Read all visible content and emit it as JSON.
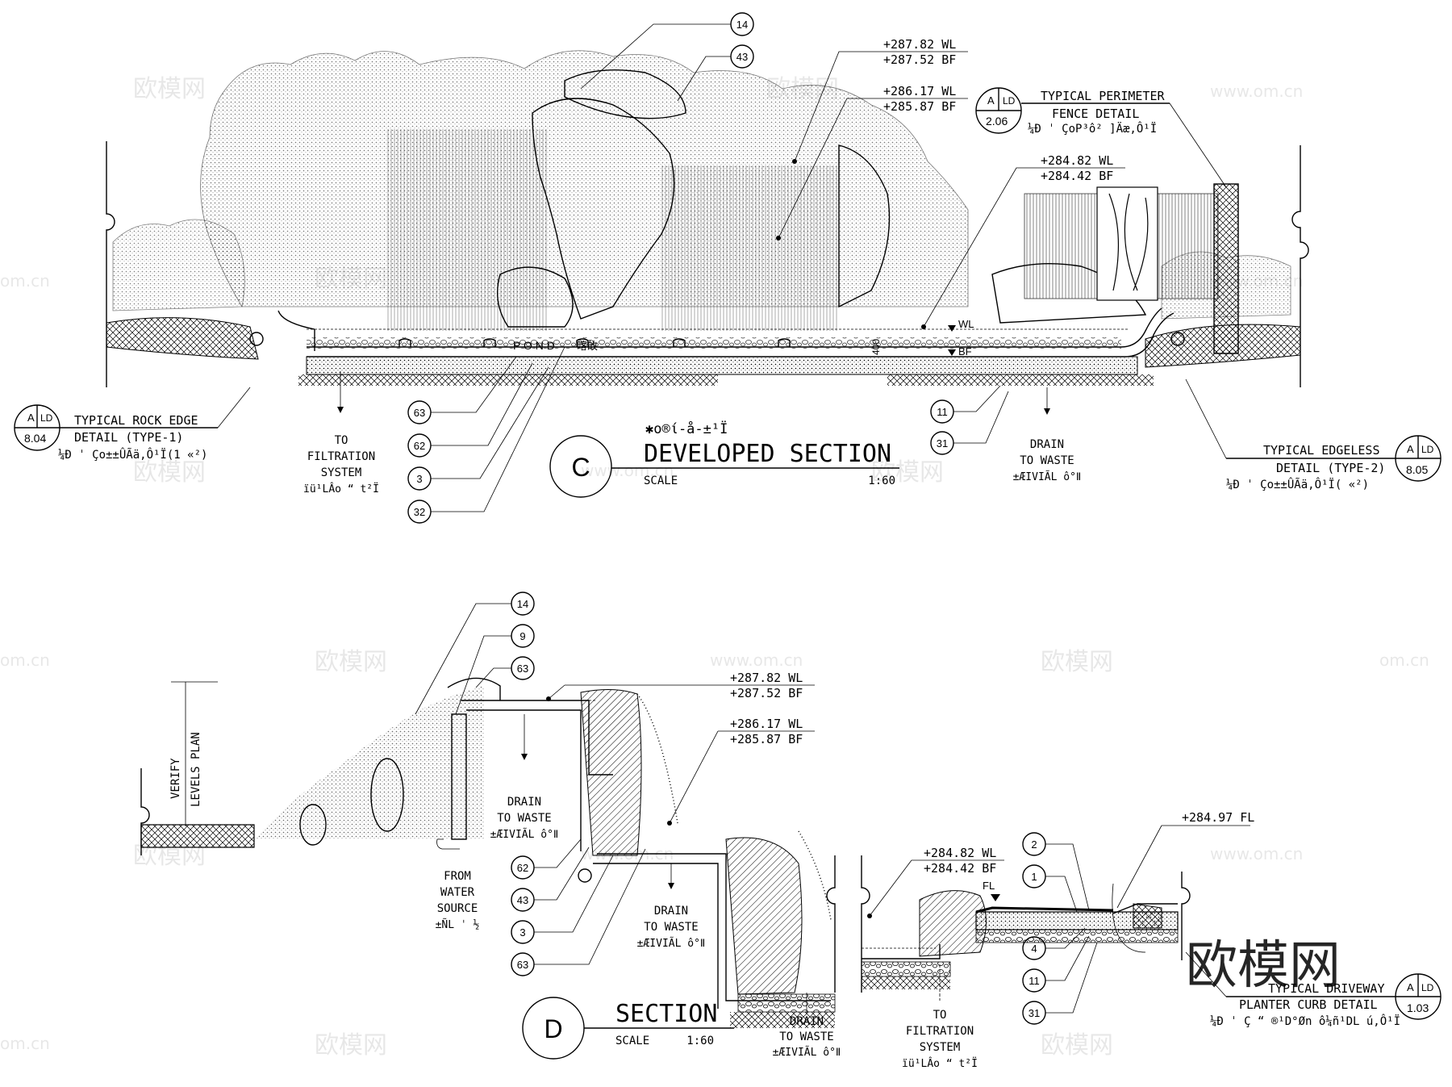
{
  "watermark": {
    "text": "欧模网",
    "site": "www.om.cn",
    "site_short": "om.cn",
    "logo": "欧模网"
  },
  "section_c": {
    "marker": "C",
    "title": "DEVELOPED SECTION",
    "title_garbled": "✱ο®ί-å-±¹Ї",
    "scale_label": "SCALE",
    "scale_value": "1:60",
    "pond_label": "P O N D",
    "pond_cn": "喀敀",
    "depth_dim": "400",
    "wl_marker": "WL",
    "bf_marker": "BF",
    "levels": [
      {
        "wl": "+287.82 WL",
        "bf": "+287.52 BF"
      },
      {
        "wl": "+286.17 WL",
        "bf": "+285.87 BF"
      },
      {
        "wl": "+284.82 WL",
        "bf": "+284.42 BF"
      }
    ],
    "callouts_top": [
      "14",
      "43"
    ],
    "callouts_left": [
      "63",
      "62",
      "3",
      "32"
    ],
    "callouts_right": [
      "11",
      "31"
    ],
    "filtration": {
      "l1": "TO",
      "l2": "FILTRATION",
      "l3": "SYSTEM",
      "l4": "ïü¹LÂo “ t²Ї"
    },
    "drain": {
      "l1": "DRAIN",
      "l2": "TO WASTE",
      "l3": "±ÆIVIÃL ô°Ⅱ"
    },
    "detail_rock": {
      "a": "A",
      "ld": "LD",
      "sheet": "8.04",
      "l1": "TYPICAL ROCK EDGE",
      "l2": "DETAIL (TYPE-1)",
      "l3": "¼Ð ˈ Ço±±ÛÃä,Ô¹Ї(1 «²)"
    },
    "detail_fence": {
      "a": "A",
      "ld": "LD",
      "sheet": "2.06",
      "l1": "TYPICAL PERIMETER",
      "l2": "FENCE DETAIL",
      "l3": "¼Ð ˈ ÇoP³ô² ]Äæ,Ô¹Ї"
    },
    "detail_edgeless": {
      "a": "A",
      "ld": "LD",
      "sheet": "8.05",
      "l1": "TYPICAL EDGELESS",
      "l2": "DETAIL (TYPE-2)",
      "l3": "¼Ð ˈ Ço±±ÛÃä,Ô¹Ї(  «²)"
    }
  },
  "section_d": {
    "marker": "D",
    "title": "SECTION",
    "scale_label": "SCALE",
    "scale_value": "1:60",
    "verify": {
      "l1": "VERIFY",
      "l2": "LEVELS PLAN"
    },
    "levels": [
      {
        "wl": "+287.82 WL",
        "bf": "+287.52 BF"
      },
      {
        "wl": "+286.17 WL",
        "bf": "+285.87 BF"
      },
      {
        "wl": "+284.82 WL",
        "bf": "+284.42 BF"
      }
    ],
    "fl_level": "+284.97 FL",
    "fl_marker": "FL",
    "callouts_top": [
      "14",
      "9",
      "63"
    ],
    "callouts_left": [
      "62",
      "43",
      "3",
      "63"
    ],
    "callouts_right": [
      "2",
      "1",
      "4",
      "11",
      "31"
    ],
    "from_water": {
      "l1": "FROM",
      "l2": "WATER",
      "l3": "SOURCE",
      "l4": "±ÑL ˈ ½"
    },
    "drain1": {
      "l1": "DRAIN",
      "l2": "TO WASTE",
      "l3": "±ÆIVIÃL ô°Ⅱ"
    },
    "drain2": {
      "l1": "DRAIN",
      "l2": "TO WASTE",
      "l3": "±ÆIVIÃL ô°Ⅱ"
    },
    "drain3": {
      "l1": "DRAIN",
      "l2": "TO WASTE",
      "l3": "±ÆIVIÃL ô°Ⅱ"
    },
    "filtration": {
      "l1": "TO",
      "l2": "FILTRATION",
      "l3": "SYSTEM",
      "l4": "ïü¹LÂo “ t²Ї"
    },
    "detail_driveway": {
      "a": "A",
      "ld": "LD",
      "sheet": "1.03",
      "l1": "TYPICAL DRIVEWAY",
      "l2": "PLANTER CURB DETAIL",
      "l3": "¼Ð ˈ Ç “ ®¹D°Øn ô¼ñ¹DL ú,Ô¹Ї"
    }
  }
}
